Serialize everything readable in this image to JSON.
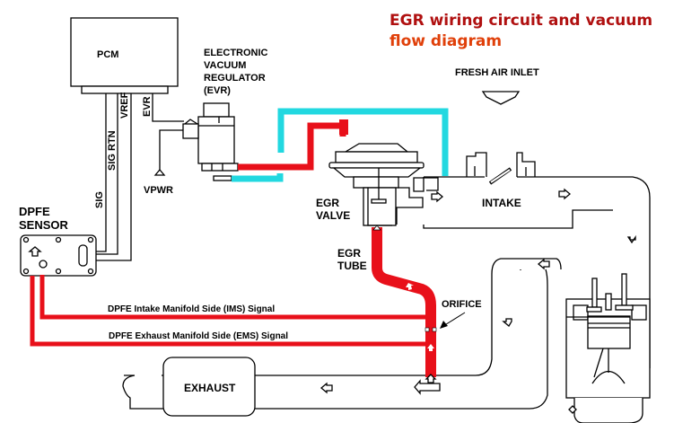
{
  "title": {
    "line1": "EGR wiring circuit and vacuum",
    "line2": "flow diagram",
    "color_line1": "#b01010",
    "color_line2": "#e0400a"
  },
  "colors": {
    "vacuum_signal": "#e8101a",
    "vacuum_source": "#22d8e0",
    "outline": "#000000"
  },
  "components": {
    "pcm": "PCM",
    "evr": [
      "ELECTRONIC",
      "VACUUM",
      "REGULATOR",
      "(EVR)"
    ],
    "dpfe": [
      "DPFE",
      "SENSOR"
    ],
    "egr_valve": [
      "EGR",
      "VALVE"
    ],
    "egr_tube": [
      "EGR",
      "TUBE"
    ],
    "intake": "INTAKE",
    "exhaust": "EXHAUST",
    "fresh_air": "FRESH AIR INLET",
    "orifice": "ORIFICE"
  },
  "wires": {
    "sig": "SIG",
    "sig_rtn": "SIG RTN",
    "vref": "VREF",
    "evr": "EVR",
    "vpwr": "VPWR"
  },
  "signals": {
    "ims": "DPFE Intake Manifold Side (IMS) Signal",
    "ems": "DPFE Exhaust Manifold Side (EMS) Signal"
  },
  "icons": {
    "flow_arrow": "hollow-arrow",
    "throttle": "throttle-plate",
    "engine": "engine-cylinder-cutaway"
  }
}
